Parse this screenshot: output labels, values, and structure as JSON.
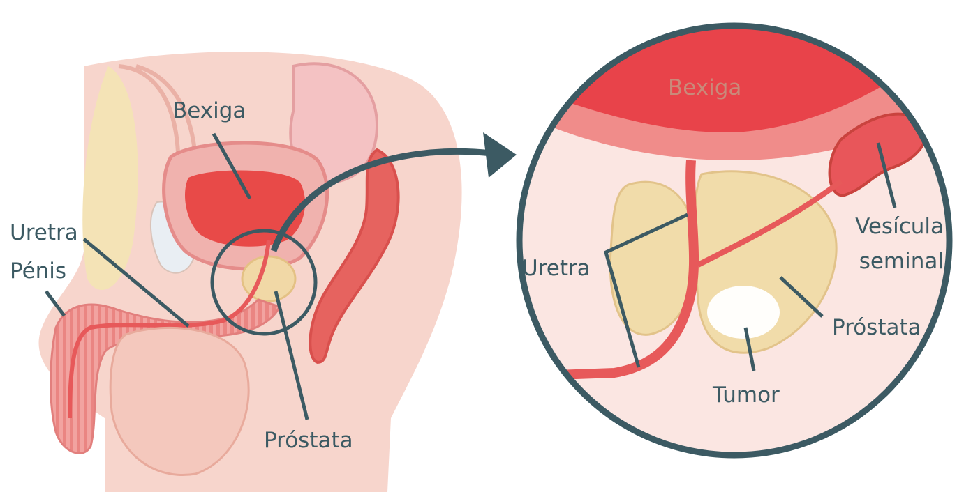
{
  "overview": {
    "labels": {
      "bexiga": "Bexiga",
      "uretra": "Uretra",
      "penis": "Pénis",
      "prostata": "Próstata"
    }
  },
  "detail": {
    "labels": {
      "bexiga": "Bexiga",
      "uretra": "Uretra",
      "vesicula_line1": "Vesícula",
      "vesicula_line2": "seminal",
      "prostata": "Próstata",
      "tumor": "Tumor"
    }
  },
  "colors": {
    "label_line": "#3c5a63",
    "skin": "#f6d2c8",
    "bladder_tissue": "#ef8f8c",
    "bladder_inner": "#e63f3e",
    "prostate": "#f1dcaa",
    "tumor": "#ffffff",
    "urethra": "#e7595a"
  }
}
